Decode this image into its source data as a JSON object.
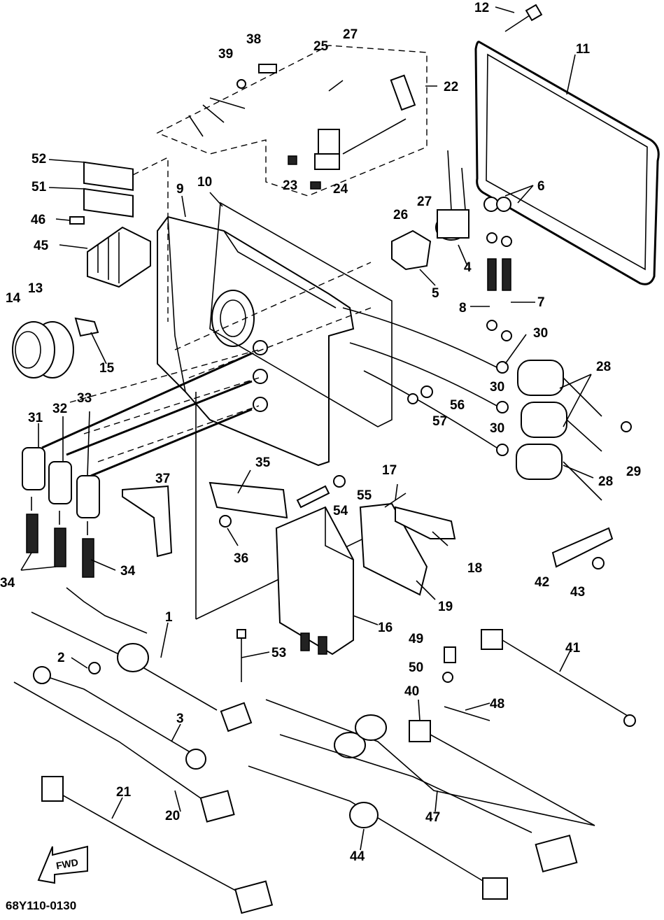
{
  "diagram": {
    "code": "68Y110-0130",
    "fwd_label": "FWD",
    "parts": [
      {
        "id": "p1",
        "label": "1"
      },
      {
        "id": "p2",
        "label": "2"
      },
      {
        "id": "p3",
        "label": "3"
      },
      {
        "id": "p4",
        "label": "4"
      },
      {
        "id": "p5",
        "label": "5"
      },
      {
        "id": "p6",
        "label": "6"
      },
      {
        "id": "p7",
        "label": "7"
      },
      {
        "id": "p8",
        "label": "8"
      },
      {
        "id": "p9",
        "label": "9"
      },
      {
        "id": "p10",
        "label": "10"
      },
      {
        "id": "p11",
        "label": "11"
      },
      {
        "id": "p12",
        "label": "12"
      },
      {
        "id": "p13",
        "label": "13"
      },
      {
        "id": "p14",
        "label": "14"
      },
      {
        "id": "p15",
        "label": "15"
      },
      {
        "id": "p16",
        "label": "16"
      },
      {
        "id": "p17",
        "label": "17"
      },
      {
        "id": "p18",
        "label": "18"
      },
      {
        "id": "p19",
        "label": "19"
      },
      {
        "id": "p20",
        "label": "20"
      },
      {
        "id": "p21",
        "label": "21"
      },
      {
        "id": "p22",
        "label": "22"
      },
      {
        "id": "p23",
        "label": "23"
      },
      {
        "id": "p24",
        "label": "24"
      },
      {
        "id": "p25",
        "label": "25"
      },
      {
        "id": "p26",
        "label": "26"
      },
      {
        "id": "p27a",
        "label": "27"
      },
      {
        "id": "p27b",
        "label": "27"
      },
      {
        "id": "p28a",
        "label": "28"
      },
      {
        "id": "p28b",
        "label": "28"
      },
      {
        "id": "p29",
        "label": "29"
      },
      {
        "id": "p30a",
        "label": "30"
      },
      {
        "id": "p30b",
        "label": "30"
      },
      {
        "id": "p30c",
        "label": "30"
      },
      {
        "id": "p31",
        "label": "31"
      },
      {
        "id": "p32",
        "label": "32"
      },
      {
        "id": "p33",
        "label": "33"
      },
      {
        "id": "p34a",
        "label": "34"
      },
      {
        "id": "p34b",
        "label": "34"
      },
      {
        "id": "p35",
        "label": "35"
      },
      {
        "id": "p36",
        "label": "36"
      },
      {
        "id": "p37",
        "label": "37"
      },
      {
        "id": "p38",
        "label": "38"
      },
      {
        "id": "p39",
        "label": "39"
      },
      {
        "id": "p40",
        "label": "40"
      },
      {
        "id": "p41",
        "label": "41"
      },
      {
        "id": "p42",
        "label": "42"
      },
      {
        "id": "p43",
        "label": "43"
      },
      {
        "id": "p44",
        "label": "44"
      },
      {
        "id": "p45",
        "label": "45"
      },
      {
        "id": "p46",
        "label": "46"
      },
      {
        "id": "p47",
        "label": "47"
      },
      {
        "id": "p48",
        "label": "48"
      },
      {
        "id": "p49",
        "label": "49"
      },
      {
        "id": "p50",
        "label": "50"
      },
      {
        "id": "p51",
        "label": "51"
      },
      {
        "id": "p52",
        "label": "52"
      },
      {
        "id": "p53",
        "label": "53"
      },
      {
        "id": "p54",
        "label": "54"
      },
      {
        "id": "p55",
        "label": "55"
      },
      {
        "id": "p56",
        "label": "56"
      },
      {
        "id": "p57",
        "label": "57"
      }
    ]
  }
}
